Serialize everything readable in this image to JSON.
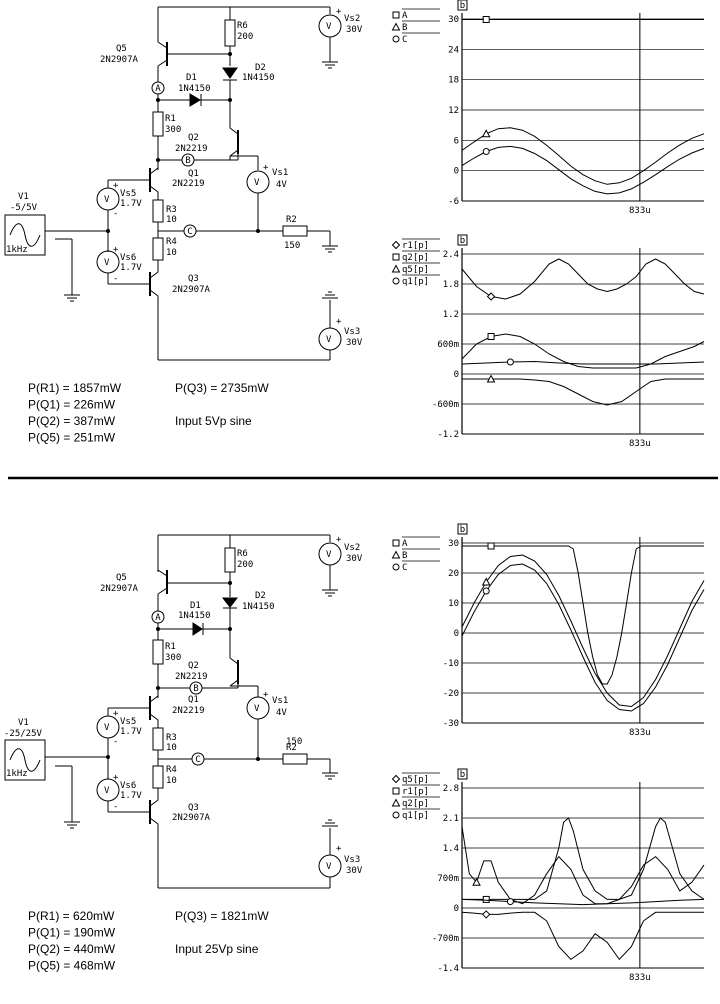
{
  "panels": [
    {
      "components": {
        "v1_name": "V1",
        "v1_value": "-5/5V",
        "v1_freq": "1kHz",
        "vs5_name": "Vs5",
        "vs5_value": "1.7V",
        "vs6_name": "Vs6",
        "vs6_value": "1.7V",
        "vs2_name": "Vs2",
        "vs2_value": "30V",
        "vs1_name": "Vs1",
        "vs1_value": "4V",
        "vs3_name": "Vs3",
        "vs3_value": "30V",
        "r6_name": "R6",
        "r6_value": "200",
        "r1_name": "R1",
        "r1_value": "300",
        "r3_name": "R3",
        "r3_value": "10",
        "r4_name": "R4",
        "r4_value": "10",
        "r2_name": "R2",
        "r2_value": "150",
        "q5_name": "Q5",
        "q5_value": "2N2907A",
        "q2_name": "Q2",
        "q2_value": "2N2219",
        "q1_name": "Q1",
        "q1_value": "2N2219",
        "q3_name": "Q3",
        "q3_value": "2N2907A",
        "d1_name": "D1",
        "d1_value": "1N4150",
        "d2_name": "D2",
        "d2_value": "1N4150",
        "node_a": "A",
        "node_b": "B",
        "node_c": "C",
        "polarity_plus": "+",
        "polarity_minus": "-"
      },
      "annotations": [
        {
          "text": "P(R1) = 1857mW",
          "col": 0,
          "row": 0
        },
        {
          "text": "P(Q1) = 226mW",
          "col": 0,
          "row": 1
        },
        {
          "text": "P(Q2) = 387mW",
          "col": 0,
          "row": 2
        },
        {
          "text": "P(Q5) = 251mW",
          "col": 0,
          "row": 3
        },
        {
          "text": "P(Q3) = 2735mW",
          "col": 1,
          "row": 0
        },
        {
          "text": "Input 5Vp sine",
          "col": 1,
          "row": 2
        }
      ]
    },
    {
      "components": {
        "v1_name": "V1",
        "v1_value": "-25/25V",
        "v1_freq": "1kHz",
        "vs5_name": "Vs5",
        "vs5_value": "1.7V",
        "vs6_name": "Vs6",
        "vs6_value": "1.7V",
        "vs2_name": "Vs2",
        "vs2_value": "30V",
        "vs1_name": "Vs1",
        "vs1_value": "4V",
        "vs3_name": "Vs3",
        "vs3_value": "30V",
        "r6_name": "R6",
        "r6_value": "200",
        "r1_name": "R1",
        "r1_value": "300",
        "r3_name": "R3",
        "r3_value": "10",
        "r4_name": "R4",
        "r4_value": "10",
        "r2_name": "R2",
        "r2_value": "150",
        "q5_name": "Q5",
        "q5_value": "2N2907A",
        "q2_name": "Q2",
        "q2_value": "2N2219",
        "q1_name": "Q1",
        "q1_value": "2N2219",
        "q3_name": "Q3",
        "q3_value": "2N2907A",
        "d1_name": "D1",
        "d1_value": "1N4150",
        "d2_name": "D2",
        "d2_value": "1N4150",
        "node_a": "A",
        "node_b": "B",
        "node_c": "C",
        "polarity_plus": "+",
        "polarity_minus": "-"
      },
      "annotations": [
        {
          "text": "P(R1) = 620mW",
          "col": 0,
          "row": 0
        },
        {
          "text": "P(Q1) = 190mW",
          "col": 0,
          "row": 1
        },
        {
          "text": "P(Q2) = 440mW",
          "col": 0,
          "row": 2
        },
        {
          "text": "P(Q5) = 468mW",
          "col": 0,
          "row": 3
        },
        {
          "text": "P(Q3) = 1821mW",
          "col": 1,
          "row": 0
        },
        {
          "text": "Input 25Vp sine",
          "col": 1,
          "row": 2
        }
      ]
    }
  ],
  "chart_data": [
    {
      "type": "line",
      "tag": "b",
      "legend": [
        {
          "marker": "square",
          "label": "A"
        },
        {
          "marker": "triangle",
          "label": "B"
        },
        {
          "marker": "circle",
          "label": "C"
        }
      ],
      "ylim": [
        -6,
        30
      ],
      "yticks": [
        "30",
        "24",
        "18",
        "12",
        "6",
        "0",
        "-6"
      ],
      "xlim": [
        0,
        1000
      ],
      "xtick": "833u",
      "series": [
        {
          "x": [
            0,
            80,
            100,
            140,
            180,
            240,
            290,
            320,
            390,
            450,
            500,
            560,
            600,
            650,
            700,
            760,
            810,
            870,
            920,
            960,
            1000
          ],
          "y": [
            29.9,
            29.9,
            29.9,
            29.9,
            29.9,
            29.9,
            29.9,
            29.9,
            29.9,
            29.9,
            29.9,
            29.9,
            29.9,
            29.9,
            29.9,
            29.9,
            29.9,
            29.9,
            29.9,
            29.9,
            29.9
          ]
        },
        {
          "x": [
            0,
            50,
            100,
            150,
            200,
            250,
            300,
            350,
            400,
            450,
            500,
            550,
            600,
            650,
            700,
            750,
            800,
            850,
            900,
            950,
            1000
          ],
          "y": [
            4.0,
            5.7,
            7.3,
            8.3,
            8.5,
            8.0,
            6.8,
            5.0,
            3.0,
            0.9,
            -0.8,
            -2.0,
            -2.7,
            -2.4,
            -1.5,
            0.0,
            1.7,
            3.5,
            5.1,
            6.4,
            7.3
          ]
        },
        {
          "x": [
            0,
            50,
            100,
            150,
            200,
            250,
            300,
            350,
            400,
            450,
            500,
            550,
            600,
            650,
            700,
            750,
            800,
            850,
            900,
            950,
            1000
          ],
          "y": [
            1.0,
            2.5,
            3.8,
            4.6,
            4.8,
            4.4,
            3.4,
            2.0,
            0.2,
            -1.6,
            -3.0,
            -4.1,
            -4.6,
            -4.4,
            -3.6,
            -2.3,
            -0.8,
            0.8,
            2.3,
            3.5,
            4.4
          ]
        }
      ]
    },
    {
      "type": "line",
      "tag": "b",
      "legend": [
        {
          "marker": "diamond",
          "label": "r1[p]"
        },
        {
          "marker": "square",
          "label": "q2[p]"
        },
        {
          "marker": "triangle",
          "label": "q5[p]"
        },
        {
          "marker": "circle",
          "label": "q1[p]"
        }
      ],
      "ylim": [
        -1.2,
        2.4
      ],
      "yticks": [
        "2.4",
        "1.8",
        "1.2",
        "600m",
        "0",
        "-600m",
        "-1.2"
      ],
      "xlim": [
        0,
        1000
      ],
      "xtick": "833u",
      "series": [
        {
          "x": [
            0,
            60,
            120,
            180,
            240,
            300,
            360,
            400,
            440,
            480,
            520,
            560,
            600,
            640,
            680,
            720,
            760,
            800,
            840,
            880,
            920,
            960,
            1000
          ],
          "y": [
            2.1,
            1.75,
            1.55,
            1.5,
            1.6,
            1.85,
            2.2,
            2.3,
            2.2,
            2.0,
            1.8,
            1.7,
            1.65,
            1.7,
            1.8,
            1.95,
            2.2,
            2.3,
            2.2,
            2.0,
            1.8,
            1.65,
            1.6
          ]
        },
        {
          "x": [
            0,
            60,
            120,
            180,
            240,
            300,
            360,
            420,
            480,
            540,
            600,
            660,
            720,
            780,
            840,
            900,
            960,
            1000
          ],
          "y": [
            0.3,
            0.6,
            0.75,
            0.8,
            0.75,
            0.6,
            0.4,
            0.25,
            0.15,
            0.12,
            0.12,
            0.12,
            0.12,
            0.2,
            0.35,
            0.45,
            0.55,
            0.65
          ]
        },
        {
          "x": [
            0,
            60,
            120,
            180,
            240,
            300,
            360,
            420,
            480,
            540,
            600,
            660,
            720,
            780,
            840,
            900,
            960,
            1000
          ],
          "y": [
            -0.1,
            -0.1,
            -0.1,
            -0.1,
            -0.1,
            -0.12,
            -0.15,
            -0.25,
            -0.4,
            -0.55,
            -0.62,
            -0.55,
            -0.35,
            -0.15,
            -0.1,
            -0.1,
            -0.1,
            -0.1
          ]
        },
        {
          "x": [
            0,
            100,
            200,
            300,
            400,
            500,
            600,
            700,
            800,
            900,
            1000
          ],
          "y": [
            0.2,
            0.22,
            0.24,
            0.25,
            0.22,
            0.2,
            0.2,
            0.2,
            0.2,
            0.22,
            0.24
          ]
        }
      ]
    },
    {
      "type": "line",
      "tag": "b",
      "legend": [
        {
          "marker": "square",
          "label": "A"
        },
        {
          "marker": "triangle",
          "label": "B"
        },
        {
          "marker": "circle",
          "label": "C"
        }
      ],
      "ylim": [
        -30,
        30
      ],
      "yticks": [
        "30",
        "20",
        "10",
        "0",
        "-10",
        "-20",
        "-30"
      ],
      "xlim": [
        0,
        1000
      ],
      "xtick": "833u",
      "series": [
        {
          "x": [
            0,
            60,
            120,
            200,
            300,
            400,
            440,
            460,
            480,
            500,
            520,
            540,
            560,
            580,
            600,
            620,
            640,
            660,
            680,
            700,
            720,
            740,
            760,
            780,
            800,
            820,
            840,
            860,
            880,
            1000
          ],
          "y": [
            29.0,
            29.0,
            29.0,
            29.0,
            29.0,
            29.0,
            29.0,
            28.0,
            20.0,
            10.0,
            0.0,
            -8.0,
            -14.0,
            -17.0,
            -17.0,
            -14.0,
            -8.0,
            0.0,
            10.0,
            20.0,
            28.0,
            29.0,
            29.0,
            29.0,
            29.0,
            29.0,
            29.0,
            29.0,
            29.0,
            29.0
          ]
        },
        {
          "x": [
            0,
            50,
            100,
            150,
            200,
            250,
            300,
            350,
            400,
            450,
            500,
            550,
            600,
            650,
            700,
            750,
            800,
            850,
            900,
            950,
            1000
          ],
          "y": [
            2.0,
            10.0,
            17.0,
            22.5,
            25.5,
            26.0,
            24.0,
            19.5,
            12.5,
            4.0,
            -5.0,
            -13.5,
            -20.0,
            -24.0,
            -24.5,
            -21.5,
            -15.5,
            -7.5,
            1.5,
            10.5,
            17.5
          ]
        },
        {
          "x": [
            0,
            50,
            100,
            150,
            200,
            250,
            300,
            350,
            400,
            450,
            500,
            550,
            600,
            650,
            700,
            750,
            800,
            850,
            900,
            950,
            1000
          ],
          "y": [
            -1.0,
            7.0,
            14.0,
            19.5,
            22.5,
            23.0,
            21.0,
            16.5,
            9.5,
            1.0,
            -8.0,
            -16.5,
            -22.5,
            -25.5,
            -26.0,
            -23.5,
            -18.0,
            -10.5,
            -1.5,
            7.5,
            14.5
          ]
        }
      ]
    },
    {
      "type": "line",
      "tag": "b",
      "legend": [
        {
          "marker": "diamond",
          "label": "q5[p]"
        },
        {
          "marker": "square",
          "label": "r1[p]"
        },
        {
          "marker": "triangle",
          "label": "q2[p]"
        },
        {
          "marker": "circle",
          "label": "q1[p]"
        }
      ],
      "ylim": [
        -1.4,
        2.8
      ],
      "yticks": [
        "2.8",
        "2.1",
        "1.4",
        "700m",
        "0",
        "-700m",
        "-1.4"
      ],
      "xlim": [
        0,
        1000
      ],
      "xtick": "833u",
      "series": [
        {
          "x": [
            0,
            50,
            100,
            150,
            200,
            250,
            300,
            350,
            400,
            450,
            500,
            550,
            600,
            650,
            700,
            750,
            800,
            850,
            900,
            950,
            1000
          ],
          "y": [
            -0.1,
            -0.12,
            -0.15,
            -0.15,
            -0.12,
            -0.1,
            -0.1,
            -0.3,
            -0.9,
            -1.2,
            -1.0,
            -0.6,
            -0.8,
            -1.2,
            -0.9,
            -0.3,
            -0.1,
            -0.1,
            -0.1,
            -0.1,
            -0.1
          ]
        },
        {
          "x": [
            0,
            50,
            100,
            150,
            200,
            250,
            300,
            350,
            400,
            420,
            440,
            460,
            500,
            550,
            600,
            650,
            700,
            750,
            800,
            820,
            840,
            860,
            900,
            950,
            1000
          ],
          "y": [
            0.2,
            0.2,
            0.2,
            0.2,
            0.2,
            0.2,
            0.2,
            0.4,
            1.4,
            2.0,
            2.1,
            1.8,
            0.9,
            0.4,
            0.2,
            0.2,
            0.3,
            0.9,
            1.9,
            2.1,
            2.0,
            1.6,
            0.8,
            0.4,
            0.2
          ]
        },
        {
          "x": [
            0,
            30,
            60,
            90,
            120,
            150,
            200,
            250,
            300,
            350,
            400,
            450,
            500,
            550,
            600,
            650,
            700,
            750,
            800,
            850,
            900,
            950,
            1000
          ],
          "y": [
            1.9,
            0.8,
            0.6,
            1.1,
            1.1,
            0.6,
            0.2,
            0.1,
            0.3,
            0.8,
            1.2,
            0.9,
            0.3,
            0.1,
            0.1,
            0.2,
            0.5,
            1.0,
            1.2,
            0.9,
            0.4,
            0.6,
            1.0
          ]
        },
        {
          "x": [
            0,
            100,
            200,
            300,
            400,
            500,
            600,
            700,
            800,
            900,
            1000
          ],
          "y": [
            0.2,
            0.18,
            0.15,
            0.12,
            0.1,
            0.08,
            0.1,
            0.12,
            0.15,
            0.18,
            0.2
          ]
        }
      ]
    }
  ]
}
